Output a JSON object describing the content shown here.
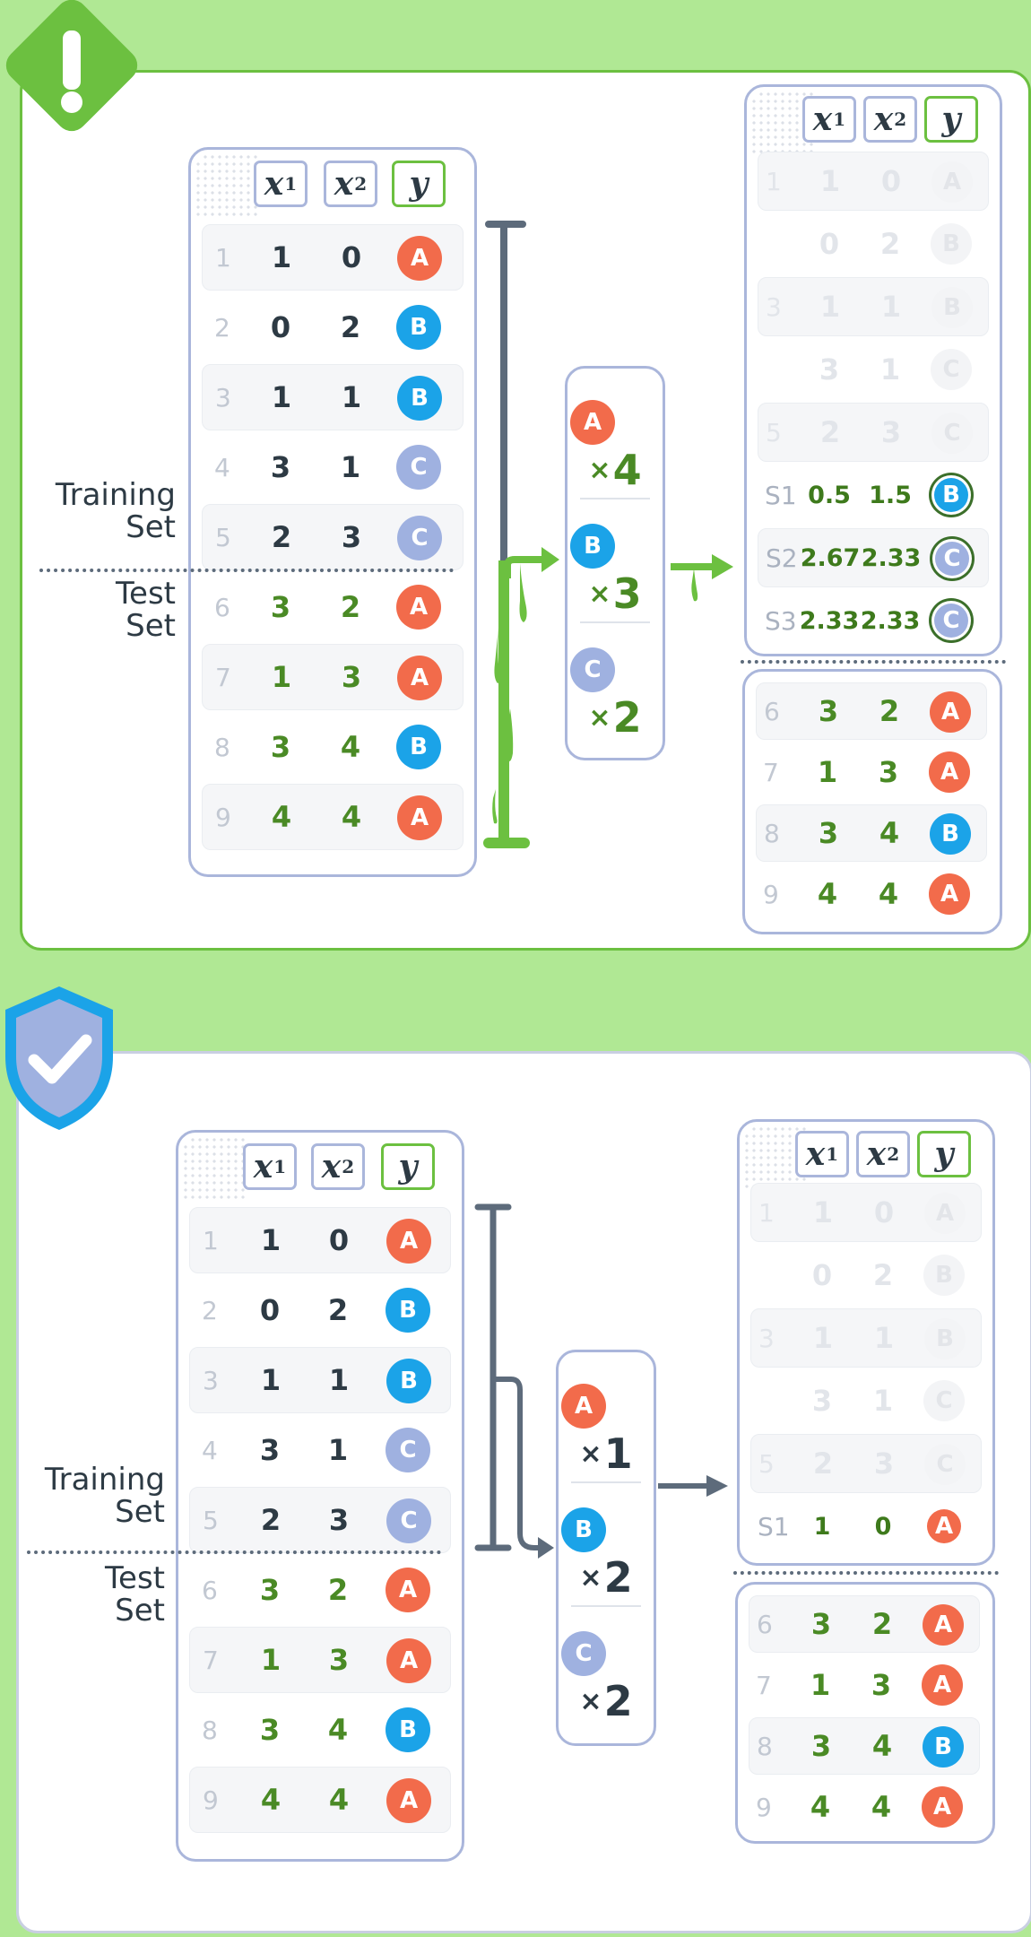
{
  "headers": {
    "x1": "x",
    "x1_sub": "1",
    "x2": "x",
    "x2_sub": "2",
    "y": "y"
  },
  "labels": {
    "training": "Training",
    "training2": "Set",
    "test": "Test",
    "test2": "Set"
  },
  "colors": {
    "A": "#f26b4b",
    "B": "#1ba3e8",
    "C": "#9fb1e0",
    "green": "#6cc040",
    "slate": "#5d6b7b"
  },
  "top": {
    "status_icon": "warning-icon",
    "train_rows": [
      {
        "i": "1",
        "x1": "1",
        "x2": "0",
        "y": "A"
      },
      {
        "i": "2",
        "x1": "0",
        "x2": "2",
        "y": "B"
      },
      {
        "i": "3",
        "x1": "1",
        "x2": "1",
        "y": "B"
      },
      {
        "i": "4",
        "x1": "3",
        "x2": "1",
        "y": "C"
      },
      {
        "i": "5",
        "x1": "2",
        "x2": "3",
        "y": "C"
      }
    ],
    "test_rows": [
      {
        "i": "6",
        "x1": "3",
        "x2": "2",
        "y": "A"
      },
      {
        "i": "7",
        "x1": "1",
        "x2": "3",
        "y": "A"
      },
      {
        "i": "8",
        "x1": "3",
        "x2": "4",
        "y": "B"
      },
      {
        "i": "9",
        "x1": "4",
        "x2": "4",
        "y": "A"
      }
    ],
    "counts": [
      {
        "cls": "A",
        "mult": "4"
      },
      {
        "cls": "B",
        "mult": "3"
      },
      {
        "cls": "C",
        "mult": "2"
      }
    ],
    "synthetic": [
      {
        "i": "S1",
        "x1": "0.5",
        "x2": "1.5",
        "y": "B"
      },
      {
        "i": "S2",
        "x1": "2.67",
        "x2": "2.33",
        "y": "C"
      },
      {
        "i": "S3",
        "x1": "2.33",
        "x2": "2.33",
        "y": "C"
      }
    ]
  },
  "bottom": {
    "status_icon": "shield-check-icon",
    "train_rows": [
      {
        "i": "1",
        "x1": "1",
        "x2": "0",
        "y": "A"
      },
      {
        "i": "2",
        "x1": "0",
        "x2": "2",
        "y": "B"
      },
      {
        "i": "3",
        "x1": "1",
        "x2": "1",
        "y": "B"
      },
      {
        "i": "4",
        "x1": "3",
        "x2": "1",
        "y": "C"
      },
      {
        "i": "5",
        "x1": "2",
        "x2": "3",
        "y": "C"
      }
    ],
    "test_rows": [
      {
        "i": "6",
        "x1": "3",
        "x2": "2",
        "y": "A"
      },
      {
        "i": "7",
        "x1": "1",
        "x2": "3",
        "y": "A"
      },
      {
        "i": "8",
        "x1": "3",
        "x2": "4",
        "y": "B"
      },
      {
        "i": "9",
        "x1": "4",
        "x2": "4",
        "y": "A"
      }
    ],
    "counts": [
      {
        "cls": "A",
        "mult": "1"
      },
      {
        "cls": "B",
        "mult": "2"
      },
      {
        "cls": "C",
        "mult": "2"
      }
    ],
    "synthetic": [
      {
        "i": "S1",
        "x1": "1",
        "x2": "0",
        "y": "A"
      }
    ]
  }
}
